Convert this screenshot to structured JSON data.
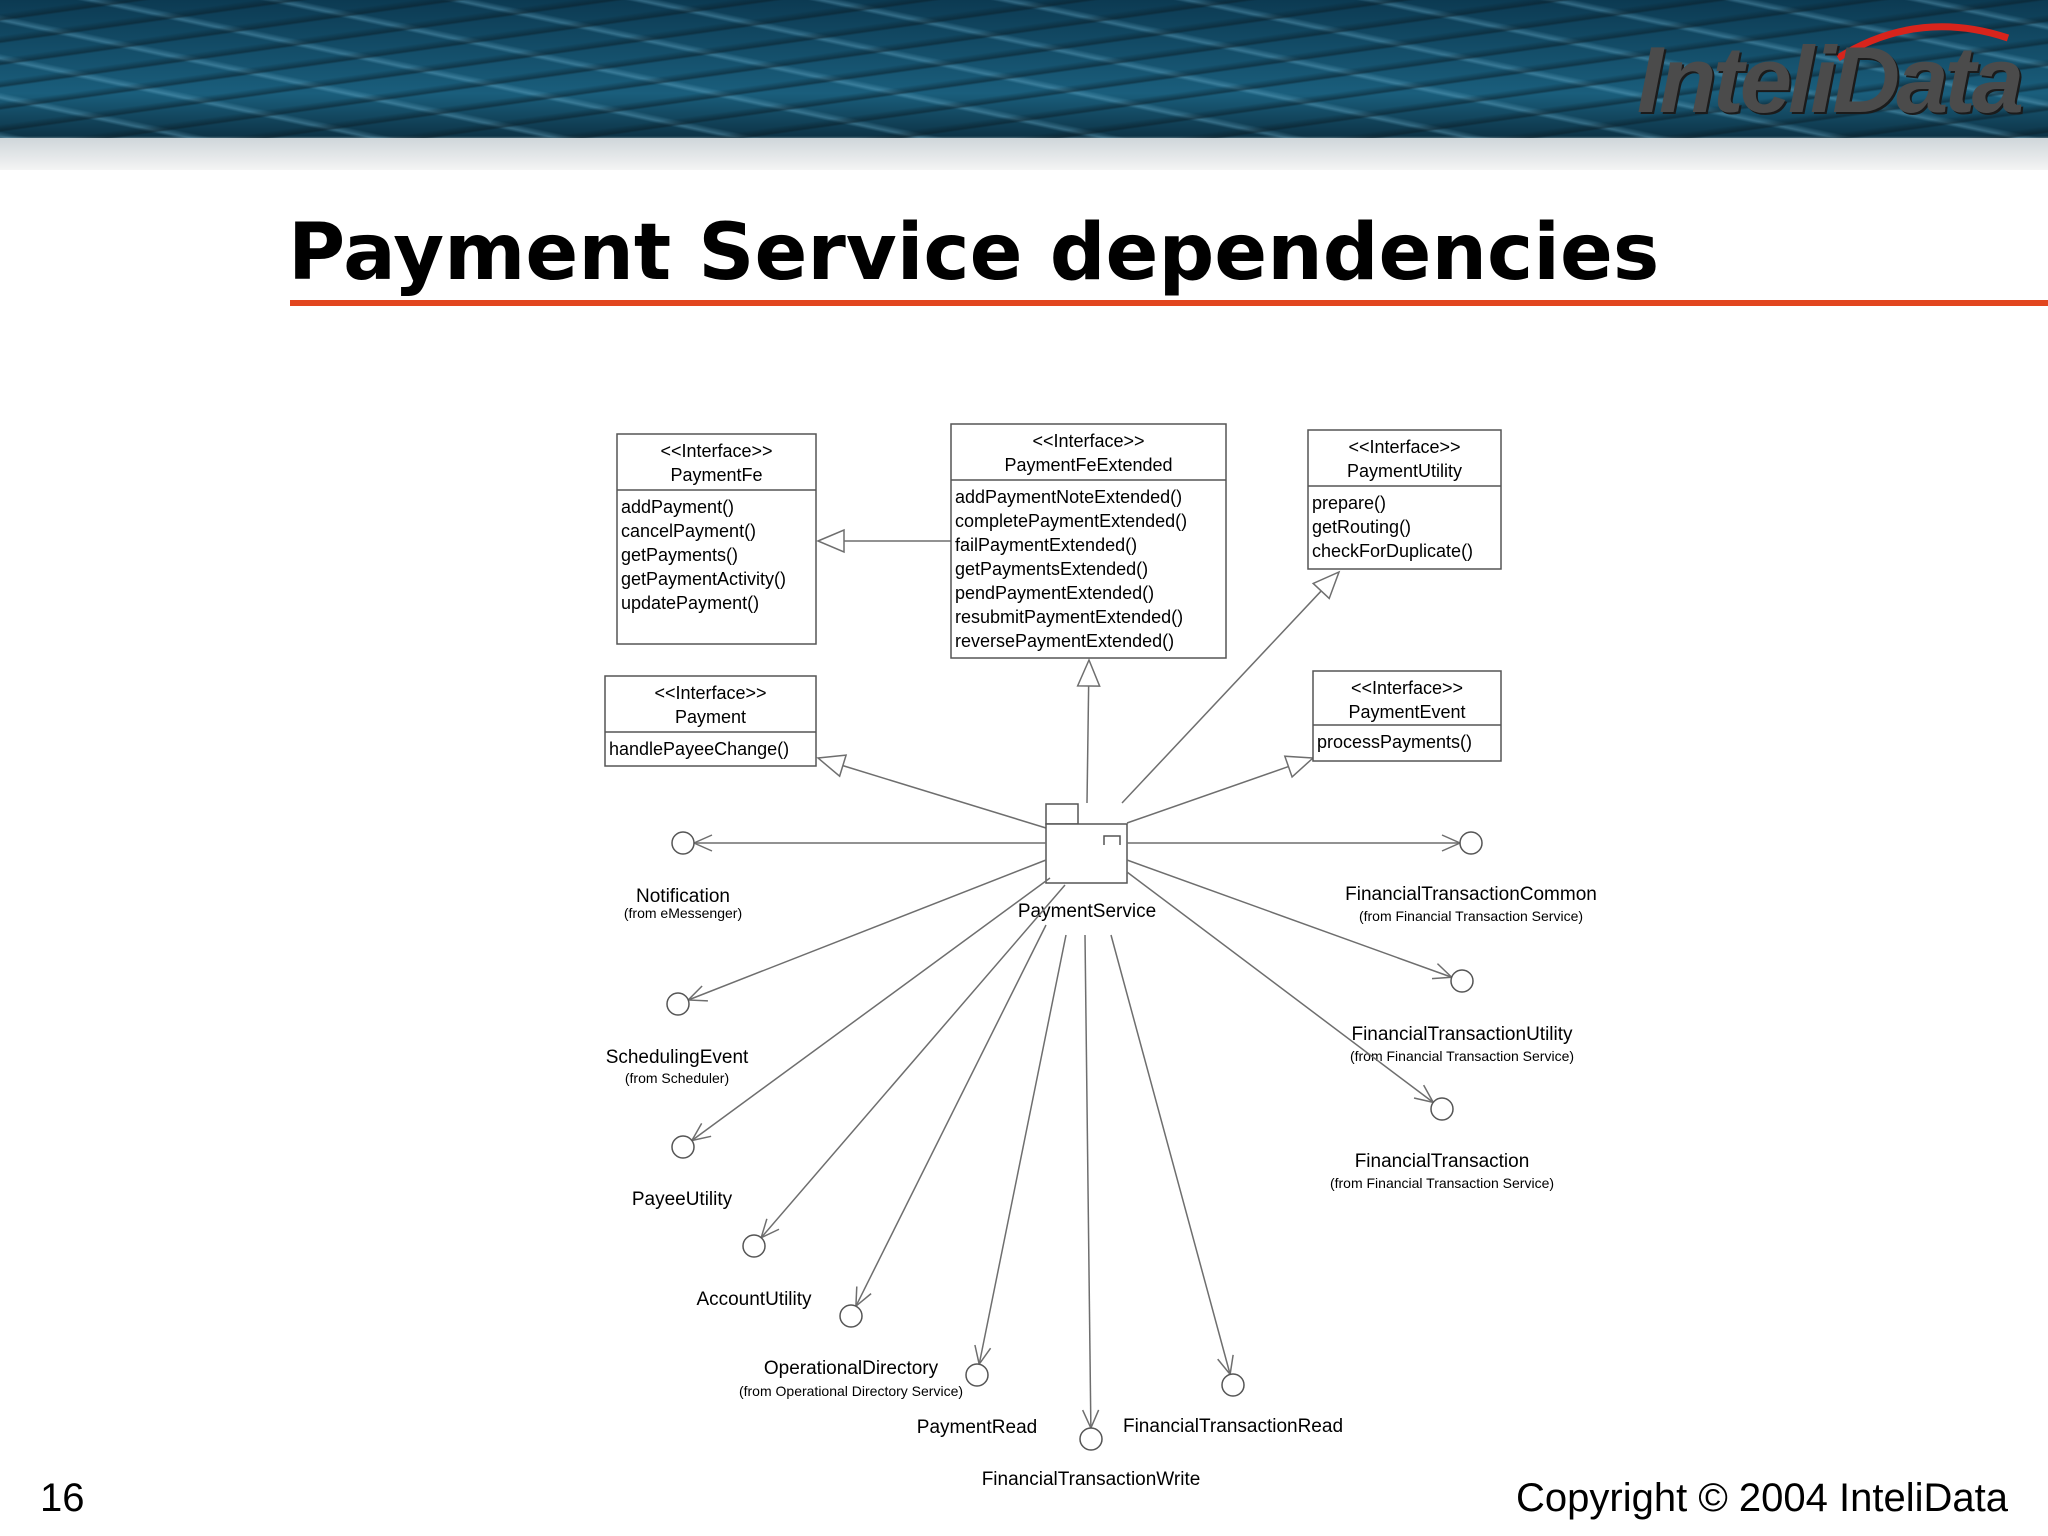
{
  "banner": {
    "logo_text": "InteliData"
  },
  "title": "Payment Service dependencies",
  "interfaces": [
    {
      "stereotype": "<<Interface>>",
      "name": "PaymentFe",
      "methods": [
        "addPayment()",
        "cancelPayment()",
        "getPayments()",
        "getPaymentActivity()",
        "updatePayment()"
      ]
    },
    {
      "stereotype": "<<Interface>>",
      "name": "PaymentFeExtended",
      "methods": [
        "addPaymentNoteExtended()",
        "completePaymentExtended()",
        "failPaymentExtended()",
        "getPaymentsExtended()",
        "pendPaymentExtended()",
        "resubmitPaymentExtended()",
        "reversePaymentExtended()"
      ]
    },
    {
      "stereotype": "<<Interface>>",
      "name": "PaymentUtility",
      "methods": [
        "prepare()",
        "getRouting()",
        "checkForDuplicate()"
      ]
    },
    {
      "stereotype": "<<Interface>>",
      "name": "Payment",
      "methods": [
        "handlePayeeChange()"
      ]
    },
    {
      "stereotype": "<<Interface>>",
      "name": "PaymentEvent",
      "methods": [
        "processPayments()"
      ]
    }
  ],
  "component": {
    "name": "PaymentService"
  },
  "lollipops": [
    {
      "name": "Notification",
      "source": "(from eMessenger)"
    },
    {
      "name": "SchedulingEvent",
      "source": "(from Scheduler)"
    },
    {
      "name": "PayeeUtility",
      "source": ""
    },
    {
      "name": "AccountUtility",
      "source": ""
    },
    {
      "name": "OperationalDirectory",
      "source": "(from Operational Directory Service)"
    },
    {
      "name": "PaymentRead",
      "source": ""
    },
    {
      "name": "FinancialTransactionWrite",
      "source": ""
    },
    {
      "name": "FinancialTransactionRead",
      "source": ""
    },
    {
      "name": "FinancialTransactionCommon",
      "source": "(from Financial Transaction Service)"
    },
    {
      "name": "FinancialTransactionUtility",
      "source": "(from Financial Transaction Service)"
    },
    {
      "name": "FinancialTransaction",
      "source": "(from Financial Transaction Service)"
    }
  ],
  "footer": {
    "slide_number": "16",
    "copyright": "Copyright © 2004 InteliData"
  }
}
